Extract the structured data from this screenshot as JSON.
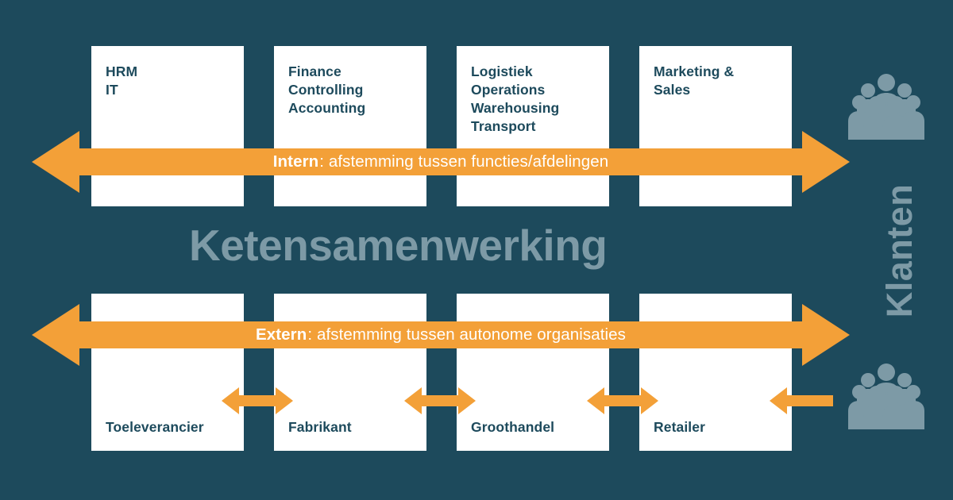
{
  "colors": {
    "background": "#1d4a5c",
    "panel": "#ffffff",
    "accent_orange": "#f3a038",
    "text_dark": "#1d4a5c",
    "muted": "#7d9aa6"
  },
  "title": "Ketensamenwerking",
  "top_row": {
    "panels": [
      {
        "text": "HRM\nIT"
      },
      {
        "text": "Finance\nControlling\nAccounting"
      },
      {
        "text": "Logistiek\nOperations\nWarehousing\nTransport"
      },
      {
        "text": "Marketing &\nSales"
      }
    ]
  },
  "bottom_row": {
    "panels": [
      {
        "text": "Toeleverancier"
      },
      {
        "text": "Fabrikant"
      },
      {
        "text": "Groothandel"
      },
      {
        "text": "Retailer"
      }
    ]
  },
  "arrows": {
    "intern": {
      "bold": "Intern",
      "rest": ": afstemming tussen functies/afdelingen"
    },
    "extern": {
      "bold": "Extern",
      "rest": ": afstemming tussen autonome organisaties"
    }
  },
  "right_column": {
    "label": "Klanten",
    "icon_top": "people-group-icon",
    "icon_bottom": "people-group-icon"
  }
}
